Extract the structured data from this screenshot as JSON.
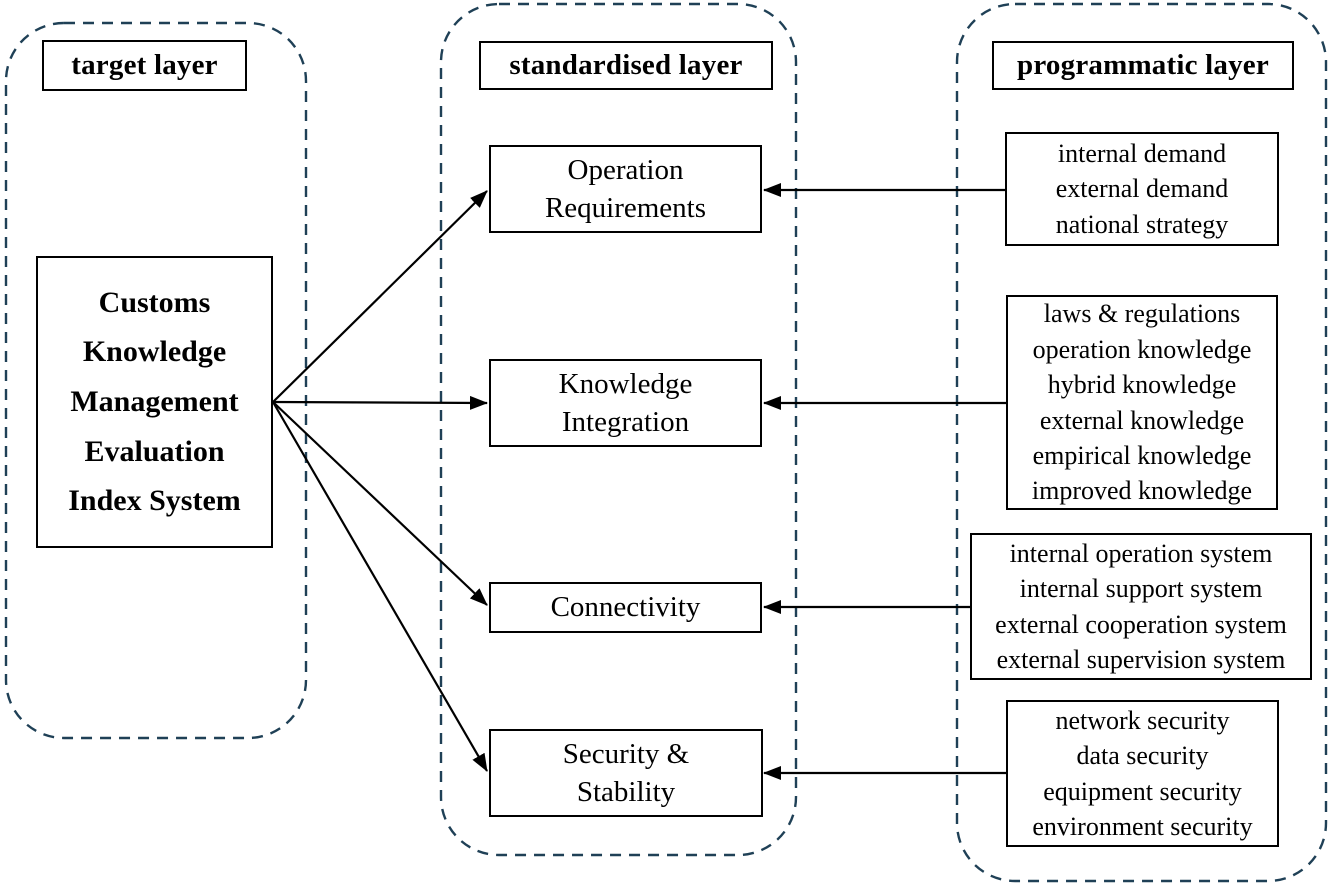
{
  "colors": {
    "dashed-border": "#1f4056",
    "box-border": "#000000",
    "text": "#000000",
    "background": "#ffffff"
  },
  "target": {
    "label": "target layer",
    "box_lines": [
      "Customs",
      "Knowledge",
      "Management",
      "Evaluation",
      "Index System"
    ]
  },
  "standardised": {
    "label": "standardised layer",
    "boxes": [
      {
        "lines": [
          "Operation",
          "Requirements"
        ]
      },
      {
        "lines": [
          "Knowledge",
          "Integration"
        ]
      },
      {
        "lines": [
          "Connectivity"
        ]
      },
      {
        "lines": [
          "Security &",
          "Stability"
        ]
      }
    ]
  },
  "programmatic": {
    "label": "programmatic layer",
    "boxes": [
      {
        "lines": [
          "internal demand",
          "external demand",
          "national strategy"
        ]
      },
      {
        "lines": [
          "laws & regulations",
          "operation knowledge",
          "hybrid knowledge",
          "external knowledge",
          "empirical knowledge",
          "improved knowledge"
        ]
      },
      {
        "lines": [
          "internal operation system",
          "internal support system",
          "external cooperation system",
          "external supervision system"
        ]
      },
      {
        "lines": [
          "network security",
          "data security",
          "equipment security",
          "environment security"
        ]
      }
    ]
  }
}
